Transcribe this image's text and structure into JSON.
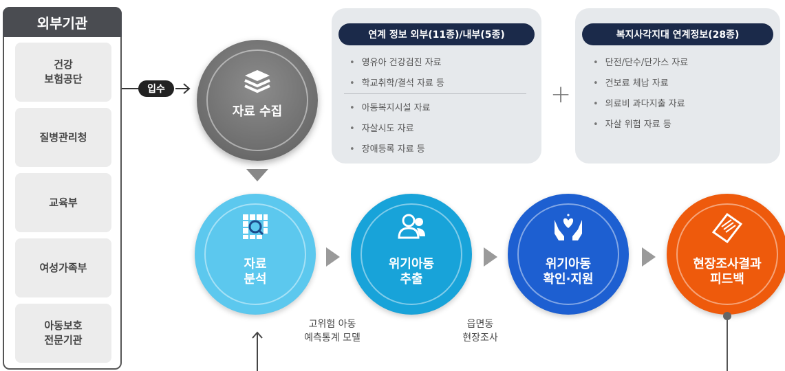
{
  "external": {
    "title": "외부기관",
    "orgs": [
      "건강\n보험공단",
      "질병관리청",
      "교육부",
      "여성가족부",
      "아동보호\n전문기관"
    ]
  },
  "intake_label": "입수",
  "collect": {
    "label": "자료 수집",
    "icon": "layers-icon"
  },
  "info_left": {
    "title": "연계 정보 외부(11종)/내부(5종)",
    "group1": [
      "영유아 건강검진 자료",
      "학교취학/결석 자료 등"
    ],
    "group2": [
      "아동복지시설 자료",
      "자살시도 자료",
      "장애등록 자료 등"
    ]
  },
  "plus_symbol": "+",
  "info_right": {
    "title": "복지사각지대 연계정보(28종)",
    "items": [
      "단전/단수/단가스 자료",
      "건보료 체납 자료",
      "의료비 과다지출 자료",
      "자살 위험 자료 등"
    ]
  },
  "process": [
    {
      "label": "자료\n분석",
      "icon": "grid-magnifier-icon",
      "color": "#5cc8ee"
    },
    {
      "label": "위기아동\n추출",
      "icon": "people-icon",
      "color": "#18a3d9"
    },
    {
      "label": "위기아동\n확인·지원",
      "icon": "hands-heart-icon",
      "color": "#1d5fd1"
    },
    {
      "label": "현장조사결과\n피드백",
      "icon": "document-icon",
      "color": "#ee5a0c"
    }
  ],
  "captions": [
    "고위험 아동\n예측통계 모델",
    "읍면동\n현장조사"
  ],
  "colors": {
    "collect": "#6c6c6c",
    "panel_title": "#4a4c51",
    "info_title": "#1b2a4a",
    "info_bg": "#e6e9ec"
  }
}
